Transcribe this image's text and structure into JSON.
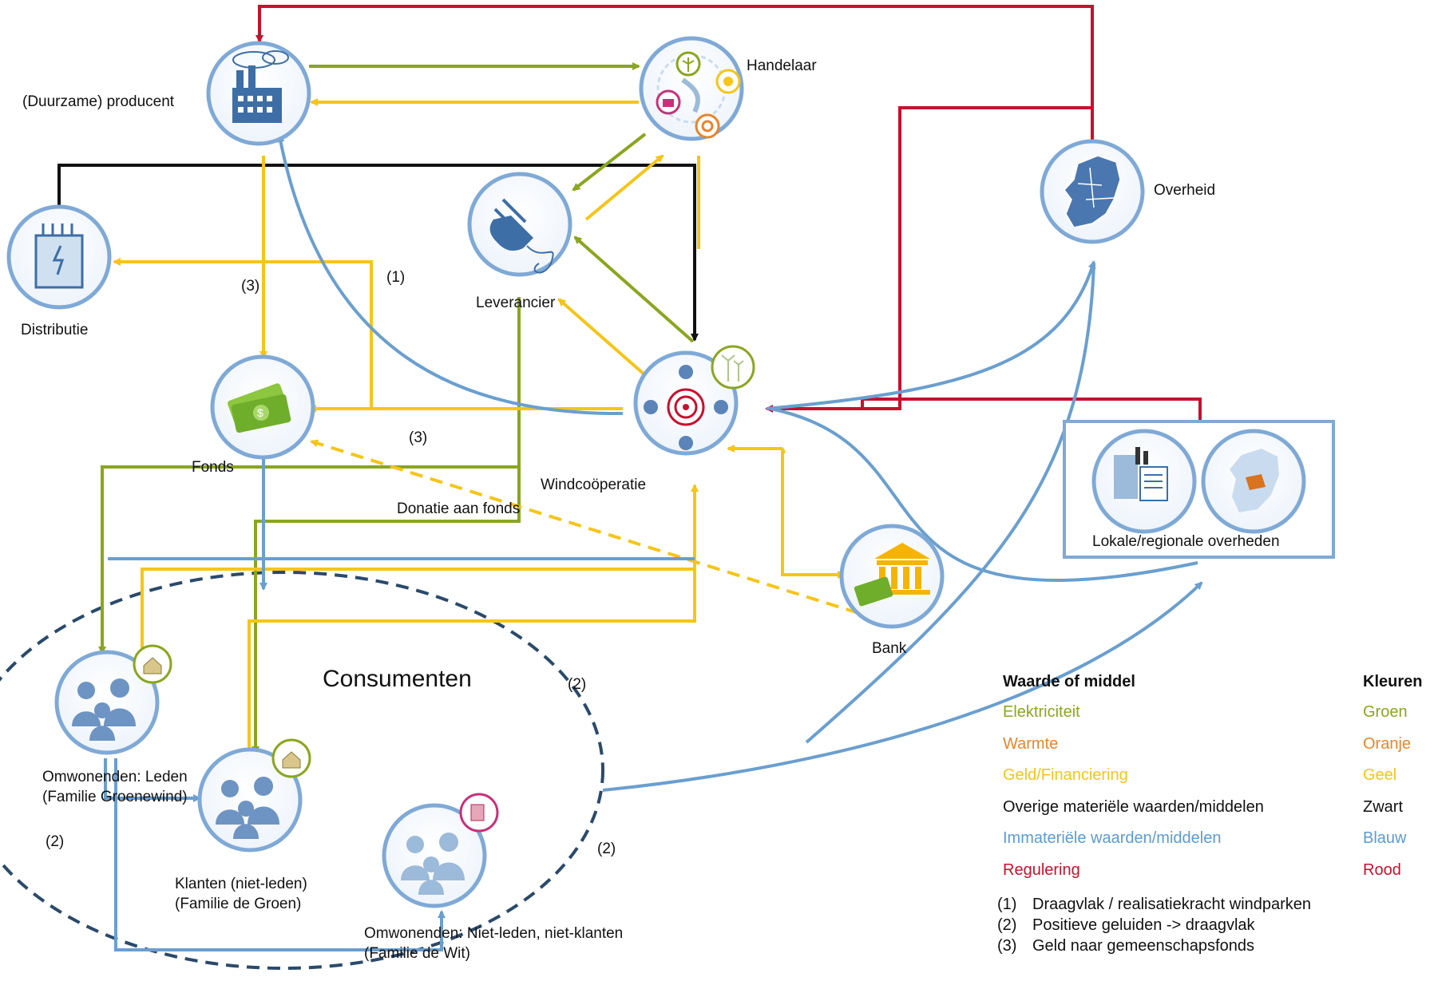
{
  "nodes": {
    "producent": {
      "label": "(Duurzame) producent",
      "icon": "factory-icon"
    },
    "handelaar": {
      "label": "Handelaar",
      "icon": "trading-cycle-icon"
    },
    "leverancier": {
      "label": "Leverancier",
      "icon": "power-plug-icon"
    },
    "distributie": {
      "label": "Distributie",
      "icon": "transformer-icon"
    },
    "overheid": {
      "label": "Overheid",
      "icon": "netherlands-map-icon"
    },
    "fonds": {
      "label": "Fonds",
      "icon": "money-icon"
    },
    "windcooperatie": {
      "label": "Windcoöperatie",
      "icon": "cooperative-target-icon"
    },
    "bank": {
      "label": "Bank",
      "icon": "bank-icon"
    },
    "lokale_overheden": {
      "label": "Lokale/regionale overheden",
      "icon": "municipality-icon"
    },
    "leden": {
      "label_line1": "Omwonenden: Leden",
      "label_line2": "(Familie Groenewind)",
      "icon": "family-icon"
    },
    "klanten": {
      "label_line1": "Klanten (niet-leden)",
      "label_line2": "(Familie de Groen)",
      "icon": "family-icon"
    },
    "niet_leden": {
      "label_line1": "Omwonenden: Niet-leden, niet-klanten",
      "label_line2": "(Familie de Wit)",
      "icon": "family-icon"
    }
  },
  "group": {
    "label": "Consumenten"
  },
  "annotations": {
    "one": "(1)",
    "three_a": "(3)",
    "three_b": "(3)",
    "two_a": "(2)",
    "two_b": "(2)",
    "two_c": "(2)",
    "donatie": "Donatie aan fonds"
  },
  "legend": {
    "col1_header": "Waarde of middel",
    "col2_header": "Kleuren",
    "rows": [
      {
        "value": "Elektriciteit",
        "color_name": "Groen",
        "color": "#8aa61e"
      },
      {
        "value": "Warmte",
        "color_name": "Oranje",
        "color": "#e8852a"
      },
      {
        "value": "Geld/Financiering",
        "color_name": "Geel",
        "color": "#f5c518"
      },
      {
        "value": "Overige materiële  waarden/middelen",
        "color_name": "Zwart",
        "color": "#111111"
      },
      {
        "value": "Immateriële  waarden/middelen",
        "color_name": "Blauw",
        "color": "#5b9bd5"
      },
      {
        "value": "Regulering",
        "color_name": "Rood",
        "color": "#c8102e"
      }
    ]
  },
  "notes": [
    {
      "num": "(1)",
      "text": "Draagvlak / realisatiekracht windparken"
    },
    {
      "num": "(2)",
      "text": "Positieve geluiden -> draagvlak"
    },
    {
      "num": "(3)",
      "text": "Geld naar gemeenschapsfonds"
    }
  ],
  "colors": {
    "green": "#8aa61e",
    "yellow": "#f5c518",
    "blue": "#6a9fcf",
    "red": "#c8102e",
    "black": "#111111",
    "navy_dashed": "#2a4a6b",
    "node_border": "#7fa9d6",
    "icon_blue": "#3d6ea6"
  }
}
